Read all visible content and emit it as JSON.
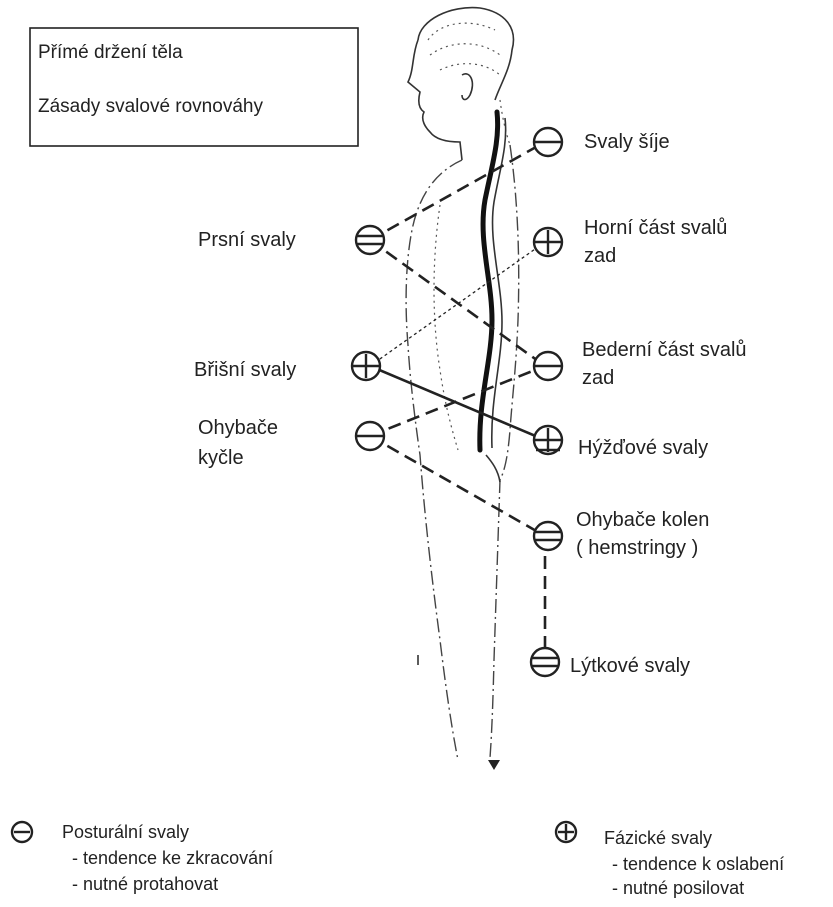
{
  "box": {
    "line1": "Přímé držení těla",
    "line2": "Zásady svalové rovnováhy"
  },
  "muscles": [
    {
      "id": "svaly-sije",
      "lines": [
        "Svaly šíje"
      ],
      "type": "minus"
    },
    {
      "id": "prsni-svaly",
      "lines": [
        "Prsní svaly"
      ],
      "type": "minus"
    },
    {
      "id": "horni-cast-svalu-zad",
      "lines": [
        "Horní část svalů",
        "zad"
      ],
      "type": "plus"
    },
    {
      "id": "bedrni-cast-svalu-zad",
      "lines": [
        "Bederní část svalů",
        "zad"
      ],
      "type": "minus"
    },
    {
      "id": "brisni-svaly",
      "lines": [
        "Břišní svaly"
      ],
      "type": "plus"
    },
    {
      "id": "ohybace-kycle",
      "lines": [
        "Ohybače",
        "kyčle"
      ],
      "type": "minus"
    },
    {
      "id": "hyzdove-svaly",
      "lines": [
        "Hýžďové svaly"
      ],
      "type": "plus"
    },
    {
      "id": "ohybace-kolen",
      "lines": [
        "Ohybače kolen",
        "( hemstringy )"
      ],
      "type": "minus"
    },
    {
      "id": "lytkove-svaly",
      "lines": [
        "Lýtkové svaly"
      ],
      "type": "minus"
    }
  ],
  "legend": {
    "postural": {
      "icon": "minus-circle-icon",
      "title": "Posturální svaly",
      "line1": "- tendence ke zkracování",
      "line2": "- nutné protahovat"
    },
    "phasic": {
      "icon": "plus-circle-icon",
      "title": "Fázické svaly",
      "line1": "- tendence k oslabení",
      "line2": "- nutné posilovat"
    }
  }
}
